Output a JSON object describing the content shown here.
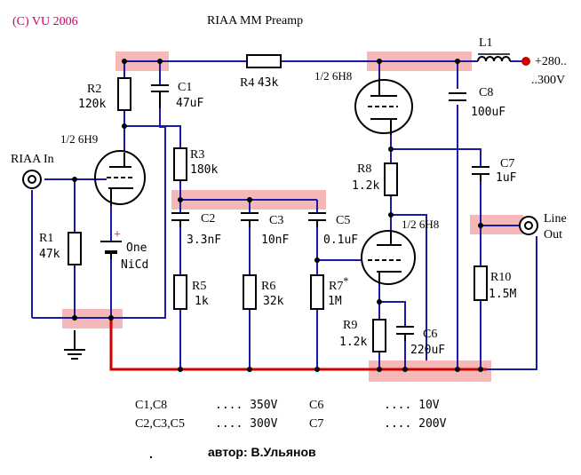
{
  "header": {
    "copyright": "(C) VU 2006",
    "title": "RIAA MM Preamp"
  },
  "colors": {
    "wire": "#1a1aa8",
    "ground_bus": "#cc0000",
    "highlight": "#f5b8b8",
    "copyright_text": "#cc0066"
  },
  "components": {
    "r1": {
      "name": "R1",
      "value": "47k"
    },
    "r2": {
      "name": "R2",
      "value": "120k"
    },
    "r3": {
      "name": "R3",
      "value": "180k"
    },
    "r4": {
      "name": "R4",
      "value": "43k"
    },
    "r5": {
      "name": "R5",
      "value": "1k"
    },
    "r6": {
      "name": "R6",
      "value": "32k"
    },
    "r7": {
      "name": "R7",
      "mark": "*",
      "value": "1M"
    },
    "r8": {
      "name": "R8",
      "value": "1.2k"
    },
    "r9": {
      "name": "R9",
      "value": "1.2k"
    },
    "r10": {
      "name": "R10",
      "value": "1.5M"
    },
    "c1": {
      "name": "C1",
      "value": "47uF"
    },
    "c2": {
      "name": "C2",
      "value": "3.3nF"
    },
    "c3": {
      "name": "C3",
      "value": "10nF"
    },
    "c5": {
      "name": "C5",
      "value": "0.1uF"
    },
    "c6": {
      "name": "C6",
      "value": "220uF"
    },
    "c7": {
      "name": "C7",
      "value": "1uF"
    },
    "c8": {
      "name": "C8",
      "value": "100uF"
    },
    "l1": {
      "name": "L1"
    },
    "v1": {
      "name": "1/2  6H9"
    },
    "v2": {
      "name": "1/2  6H8"
    },
    "v3": {
      "name": "1/2  6H8"
    },
    "battery": {
      "plus": "+",
      "line1": "One",
      "line2": "NiCd"
    }
  },
  "io": {
    "input": "RIAA In",
    "output_line1": "Line",
    "output_line2": "Out",
    "supply_line1": "+280..",
    "supply_line2": "..300V"
  },
  "voltage_table": [
    {
      "parts": "C1,C8",
      "rating": ".... 350V"
    },
    {
      "parts": "C2,C3,C5",
      "rating": ".... 300V"
    },
    {
      "parts": "C6",
      "rating": ".... 10V"
    },
    {
      "parts": "C7",
      "rating": ".... 200V"
    }
  ],
  "footer": {
    "dot": ".",
    "author": "автор: В.Ульянов"
  }
}
